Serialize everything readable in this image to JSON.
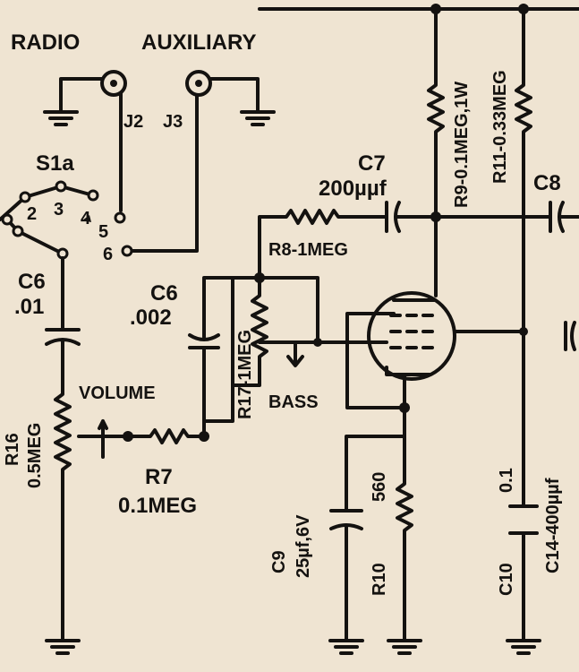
{
  "labels": {
    "radio": "RADIO",
    "auxiliary": "AUXILIARY",
    "j2": "J2",
    "j3": "J3",
    "s1a": "S1a",
    "switch_positions": [
      "2",
      "3",
      "4",
      "5",
      "6"
    ],
    "c6_a_name": "C6",
    "c6_a_value": ".01",
    "c6_b_name": "C6",
    "c6_b_value": ".002",
    "r16_name": "R16",
    "r16_value": "0.5MEG",
    "volume": "VOLUME",
    "r7_name": "R7",
    "r7_value": "0.1MEG",
    "r17": "R17-1MEG",
    "bass": "BASS",
    "r8": "R8-1MEG",
    "c7_name": "C7",
    "c7_value": "200µµf",
    "r9": "R9-0.1MEG,1W",
    "r11": "R11-0.33MEG",
    "c8": "C8",
    "c9_name": "C9",
    "c9_value": "25µf,6V",
    "r10_name": "R10",
    "r10_value": "560",
    "c10_name": "C10",
    "c10_value": "0.1",
    "c14": "C14-400µµf"
  }
}
